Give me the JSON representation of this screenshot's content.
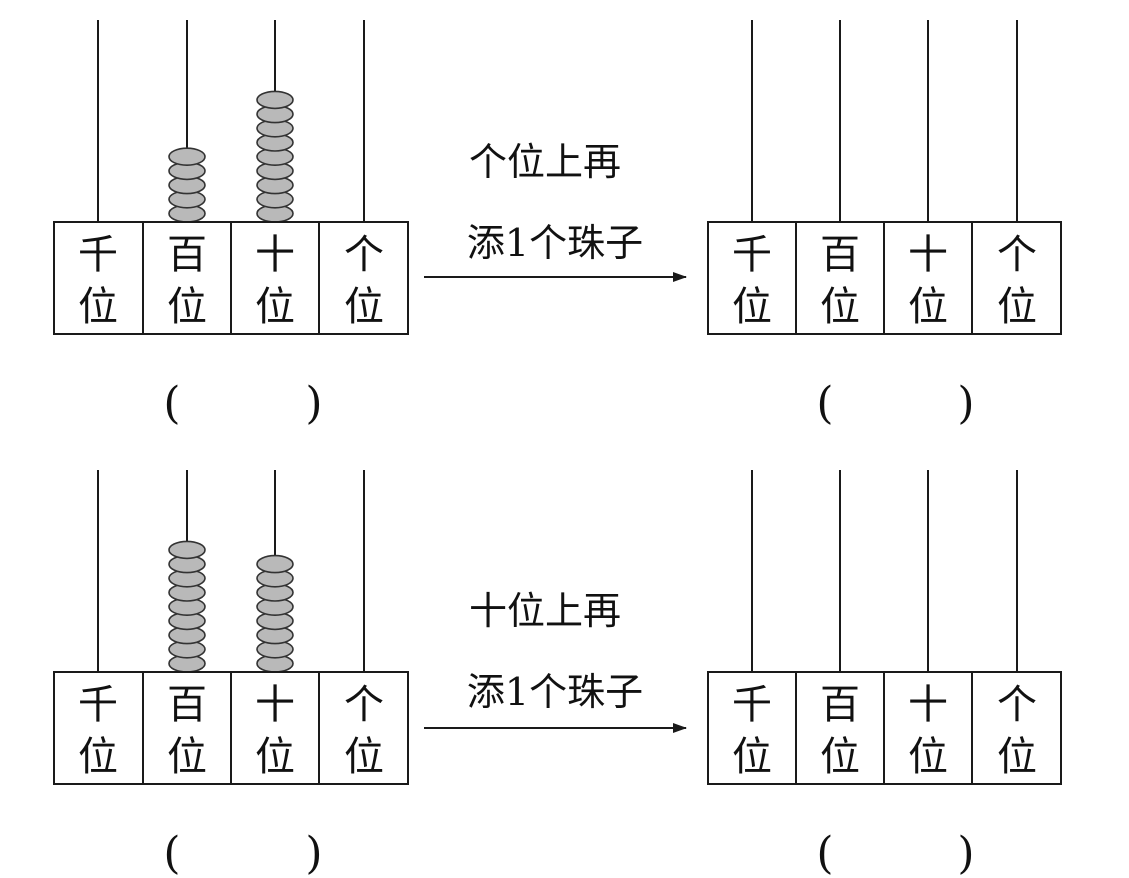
{
  "place_labels": [
    {
      "line1": "千",
      "line2": "位"
    },
    {
      "line1": "百",
      "line2": "位"
    },
    {
      "line1": "十",
      "line2": "位"
    },
    {
      "line1": "个",
      "line2": "位"
    }
  ],
  "problems": [
    {
      "instruction_line1": "个位上再",
      "instruction_line2": "添1个珠子",
      "left_abacus": {
        "beads": [
          0,
          5,
          9,
          0
        ]
      },
      "right_abacus": {
        "beads": [
          0,
          0,
          0,
          0
        ]
      },
      "left_answer": {
        "open": "(",
        "close": ")"
      },
      "right_answer": {
        "open": "(",
        "close": ")"
      }
    },
    {
      "instruction_line1": "十位上再",
      "instruction_line2": "添1个珠子",
      "left_abacus": {
        "beads": [
          0,
          9,
          8,
          0
        ]
      },
      "right_abacus": {
        "beads": [
          0,
          0,
          0,
          0
        ]
      },
      "left_answer": {
        "open": "(",
        "close": ")"
      },
      "right_answer": {
        "open": "(",
        "close": ")"
      }
    }
  ]
}
